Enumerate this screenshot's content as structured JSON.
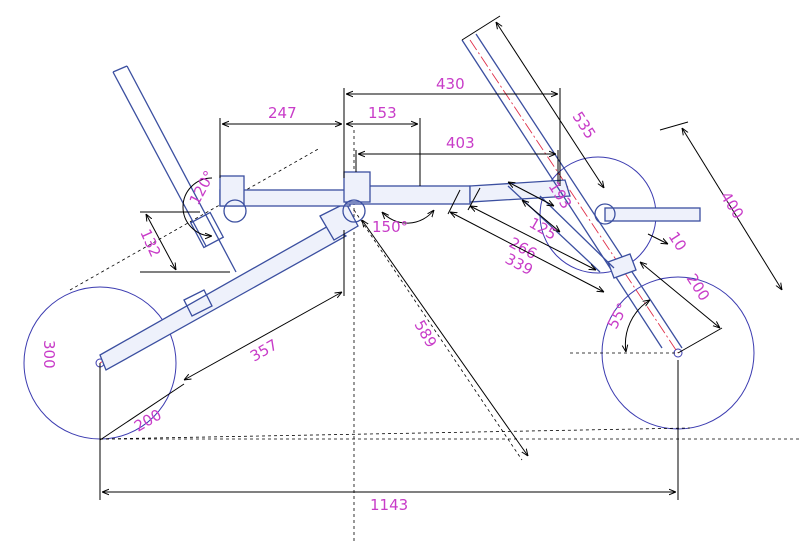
{
  "colors": {
    "dimension_text": "#c83cc8",
    "frame": "#3b4fa0",
    "wheel": "#3b3bb0",
    "centerline": "#e0304a",
    "dim_line": "#000000"
  },
  "dimensions": {
    "d1143": "1143",
    "d247": "247",
    "d153": "153",
    "d430": "430",
    "d403": "403",
    "d535": "535",
    "d400": "400",
    "d193": "193",
    "d125": "125",
    "d266": "266",
    "d339": "339",
    "d10": "10",
    "d200_front": "200",
    "d200_rear": "200",
    "d300": "300",
    "d132": "132",
    "d357": "357",
    "d589": "589",
    "a120": "120°",
    "a150": "150°",
    "a55": "55°"
  }
}
